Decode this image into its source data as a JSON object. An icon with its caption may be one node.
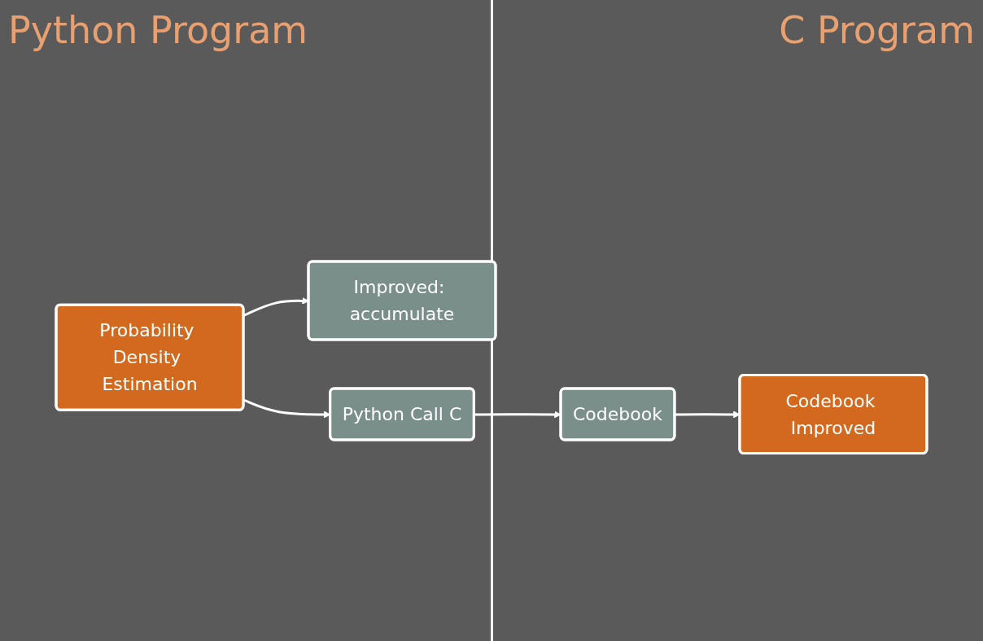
{
  "diagram": {
    "nodes": [
      {
        "text": [
          "Probability Density Estimation"
        ]
      },
      {
        "text": [
          "Improved: accumulate"
        ]
      },
      {
        "text": [
          "Python Call C"
        ]
      },
      {
        "text": [
          "Codebook"
        ]
      },
      {
        "text": [
          "Codebook Improved"
        ]
      }
    ],
    "edges": [
      {
        "from": 0,
        "to": 2,
        "arrow": "to"
      },
      {
        "from": 2,
        "to": 3,
        "arrow": "to"
      },
      {
        "from": 0,
        "to": 1,
        "arrow": "to"
      },
      {
        "from": 3,
        "to": 4,
        "arrow": "to"
      }
    ],
    "labels": [
      "Python Program",
      "C Program"
    ]
  }
}
